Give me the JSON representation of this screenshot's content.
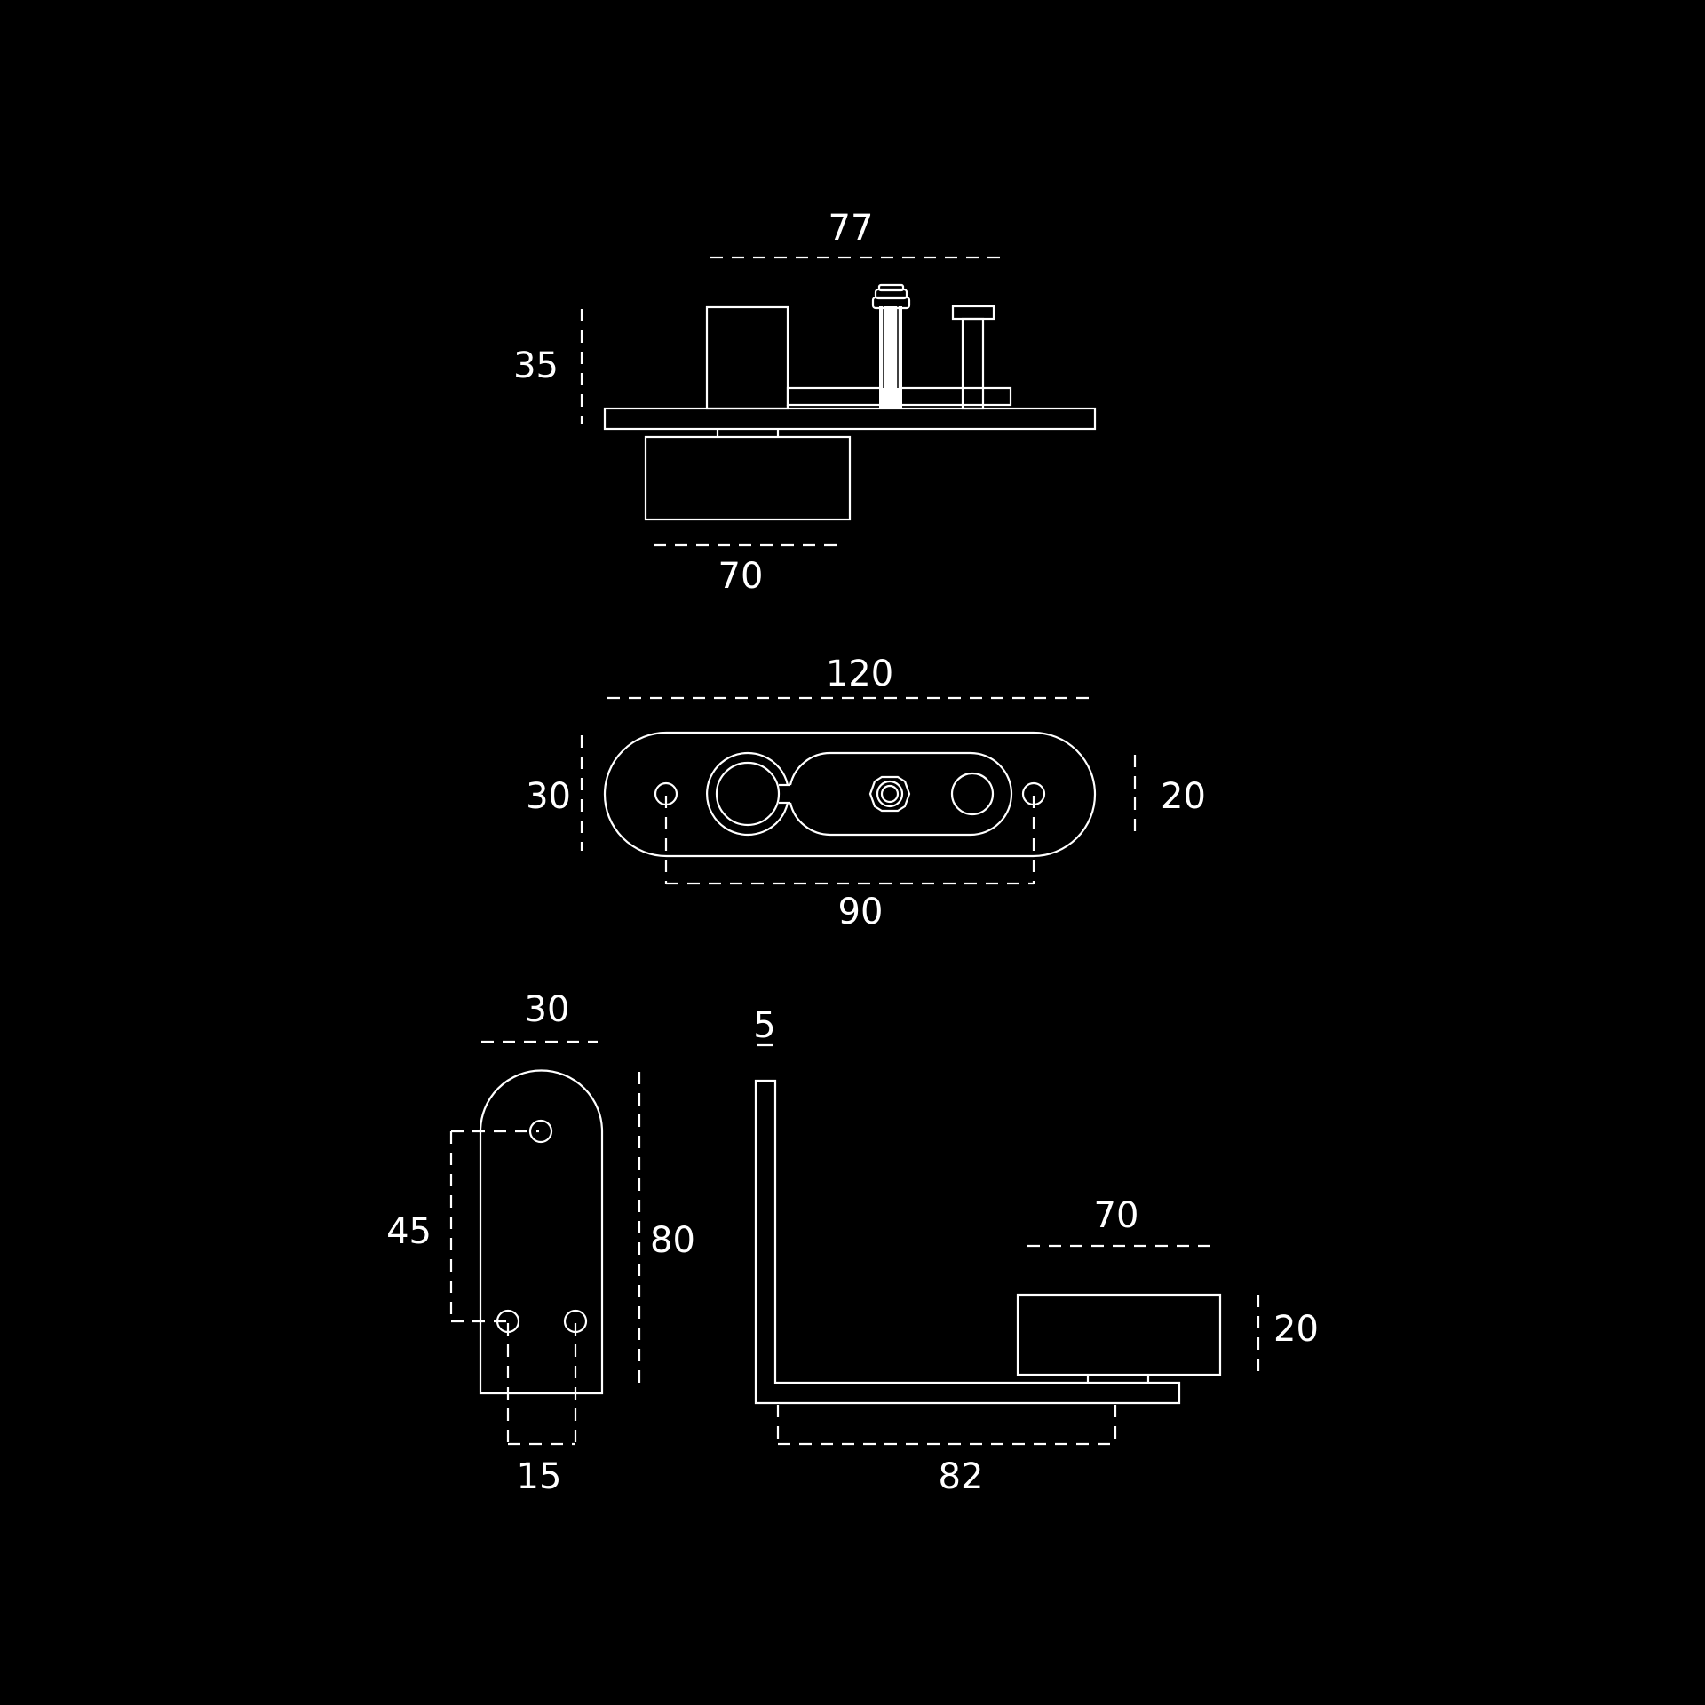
{
  "colors": {
    "background": "#000000",
    "line": "#ffffff"
  },
  "top_view": {
    "width_top": "77",
    "height_left": "35",
    "width_bottom": "70"
  },
  "front_view": {
    "overall_width": "120",
    "overall_height": "30",
    "slot_height": "20",
    "hole_spacing": "90"
  },
  "bracket_side": {
    "width": "30",
    "hole_vertical": "45",
    "height": "80",
    "hole_spacing": "15"
  },
  "bracket_profile": {
    "thickness": "5",
    "block_width": "70",
    "block_height": "20",
    "base_length": "82"
  }
}
